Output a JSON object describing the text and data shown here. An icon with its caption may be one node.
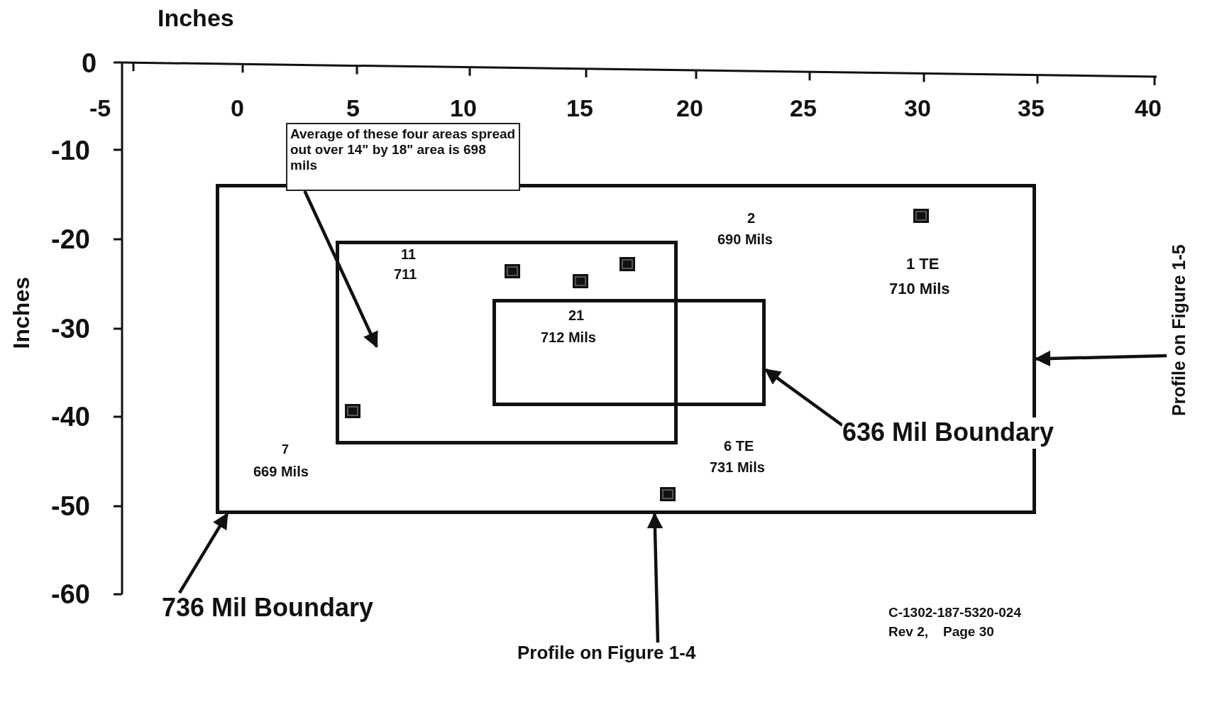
{
  "diagram": {
    "nodes": [
      {
        "text": [
          "Average of these four areas spread out over 14\" by 18\" area is 698 mils"
        ]
      },
      {
        "text": [],
        "shape": "box"
      },
      {
        "text": [],
        "shape": "box",
        "in": 1
      },
      {
        "text": [],
        "shape": "box",
        "in": 1
      },
      {
        "text": [
          "636 Mil Boundary"
        ]
      },
      {
        "text": [
          "736 Mil Boundary"
        ]
      },
      {
        "text": [
          "Profile on Figure 1-4"
        ]
      },
      {
        "text": [
          "Profile on Figure 1-5"
        ]
      }
    ],
    "edges": [
      {
        "from": 0,
        "to": 2,
        "arrow": "to"
      },
      {
        "from": 4,
        "to": 3,
        "arrow": "to"
      },
      {
        "from": 5,
        "to": 1,
        "arrow": "to"
      },
      {
        "from": 6,
        "to": 1,
        "arrow": "to"
      },
      {
        "from": 7,
        "to": 1,
        "arrow": "to"
      }
    ],
    "labels": [
      "Inches",
      "0",
      "-5",
      "0",
      "5",
      "10",
      "15",
      "20",
      "25",
      "30",
      "35",
      "40",
      "-10",
      "-20",
      "-30",
      "-40",
      "-50",
      "-60",
      "Inches",
      "2",
      "690 Mils",
      "1 TE",
      "710 Mils",
      "11",
      "711",
      "21",
      "712 Mils",
      "7",
      "669 Mils",
      "6 TE",
      "731 Mils",
      "C-1302-187-5320-024",
      "Rev 2,",
      "Page 30"
    ]
  }
}
